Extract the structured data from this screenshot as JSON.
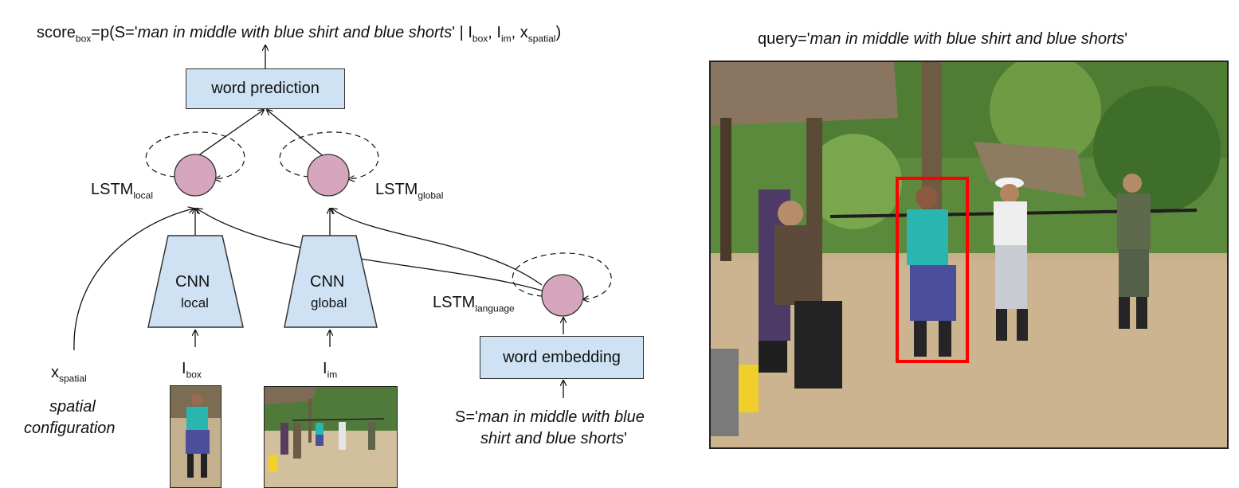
{
  "formula": {
    "score": "score",
    "score_sub": "box",
    "eq": "=p(S='",
    "query": "man in middle with blue shirt and blue shorts",
    "bar": "' | I",
    "box_sub": "box",
    "comma1": ", I",
    "im_sub": "im",
    "comma2": ", x",
    "spatial_sub": "spatial",
    "close": ")"
  },
  "boxes": {
    "word_prediction": "word prediction",
    "word_embedding": "word embedding"
  },
  "cnn_local": {
    "title": "CNN",
    "sub": "local"
  },
  "cnn_global": {
    "title": "CNN",
    "sub": "global"
  },
  "lstm_local": {
    "main": "LSTM",
    "sub": "local"
  },
  "lstm_global": {
    "main": "LSTM",
    "sub": "global"
  },
  "lstm_language": {
    "main": "LSTM",
    "sub": "language"
  },
  "inputs": {
    "x": "x",
    "x_sub": "spatial",
    "spatial_line1": "spatial",
    "spatial_line2": "configuration",
    "ibox": "I",
    "ibox_sub": "box",
    "iim": "I",
    "iim_sub": "im",
    "s_prefix": "S='",
    "s_line1": "man in middle with blue",
    "s_line2": "shirt and blue shorts",
    "s_suffix": "'"
  },
  "query_label": {
    "prefix": "query='",
    "text": "man in middle with blue shirt and blue shorts",
    "suffix": "'"
  },
  "colors": {
    "lstm_node": "#d5a6bd",
    "box_fill": "#cfe2f3",
    "highlight": "#ff0000"
  }
}
